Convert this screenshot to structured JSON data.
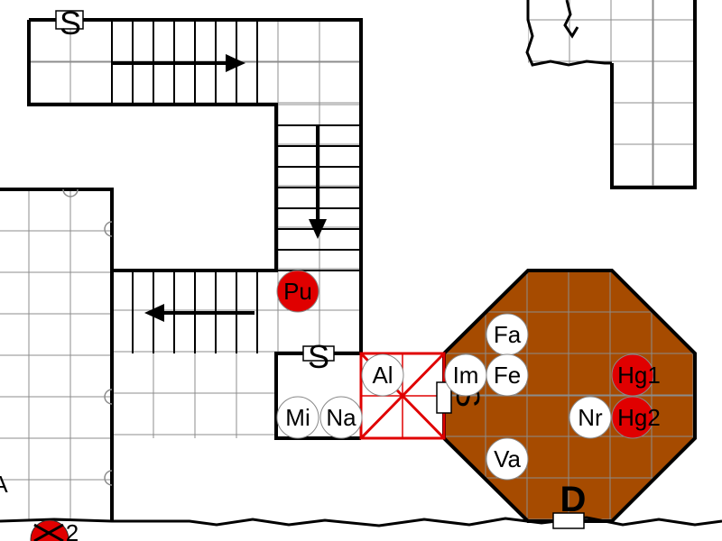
{
  "map": {
    "colors": {
      "floor": "#ffffff",
      "grid": "#8c8c8c",
      "wall": "#000000",
      "room_fill": "#a64b00",
      "trap": "#e00000",
      "token_friendly": "#ffffff",
      "token_enemy": "#e00000",
      "text": "#000000"
    },
    "markers": {
      "secret_top": "S",
      "secret_middle": "S",
      "secret_vertical": "S",
      "door_bottom": "D"
    },
    "tokens": [
      {
        "id": "pu",
        "label": "Pu",
        "side": "enemy"
      },
      {
        "id": "fa",
        "label": "Fa",
        "side": "friendly"
      },
      {
        "id": "al",
        "label": "Al",
        "side": "friendly"
      },
      {
        "id": "im",
        "label": "Im",
        "side": "friendly"
      },
      {
        "id": "fe",
        "label": "Fe",
        "side": "friendly"
      },
      {
        "id": "hg1",
        "label": "Hg1",
        "side": "enemy"
      },
      {
        "id": "mi",
        "label": "Mi",
        "side": "friendly"
      },
      {
        "id": "na",
        "label": "Na",
        "side": "friendly"
      },
      {
        "id": "nr",
        "label": "Nr",
        "side": "friendly"
      },
      {
        "id": "hg2",
        "label": "Hg2",
        "side": "enemy"
      },
      {
        "id": "va",
        "label": "Va",
        "side": "friendly"
      }
    ],
    "edge_fragments": {
      "left_letter": "A",
      "bottom_token": "2"
    }
  }
}
